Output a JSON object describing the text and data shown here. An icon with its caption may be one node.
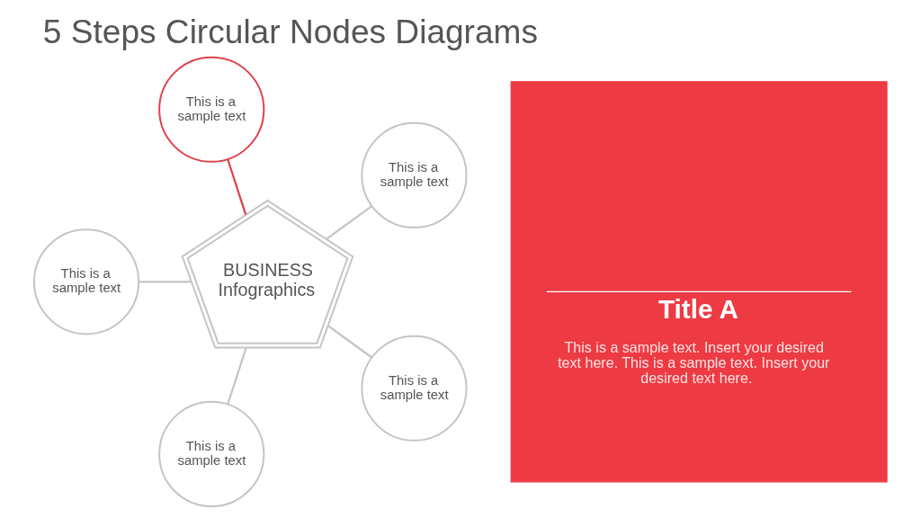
{
  "diagram": {
    "title": "5 Steps Circular Nodes Diagrams",
    "nodes": [
      {
        "text": [
          "BUSINESS Infographics"
        ]
      },
      {
        "text": [
          "This is a sample text"
        ]
      },
      {
        "text": [
          "This is a sample text"
        ]
      },
      {
        "text": [
          "This is a sample text"
        ]
      },
      {
        "text": [
          "This is a sample text"
        ]
      },
      {
        "text": [
          "This is a sample text"
        ]
      },
      {
        "text": [
          "Title A",
          "This is a sample text. Insert your desired text here. This is a sample text. Insert your desired text here."
        ]
      }
    ],
    "edges": [
      {
        "from": 0,
        "to": 1,
        "arrow": "none",
        "color": "#e0404a"
      },
      {
        "from": 0,
        "to": 2,
        "arrow": "none"
      },
      {
        "from": 0,
        "to": 3,
        "arrow": "none"
      },
      {
        "from": 0,
        "to": 4,
        "arrow": "none"
      },
      {
        "from": 0,
        "to": 5,
        "arrow": "none"
      }
    ]
  }
}
